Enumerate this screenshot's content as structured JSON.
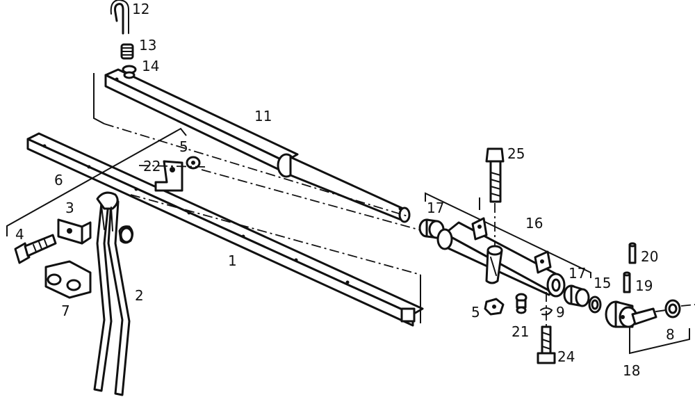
{
  "diagram": {
    "labels": {
      "p1": "1",
      "p2": "2",
      "p3": "3",
      "p4": "4",
      "p5a": "5",
      "p5b": "5",
      "p6": "6",
      "p7": "7",
      "p8": "8",
      "p9": "9",
      "p11": "11",
      "p12": "12",
      "p13": "13",
      "p14": "14",
      "p15": "15",
      "p16": "16",
      "p17a": "17",
      "p17b": "17",
      "p18": "18",
      "p19": "19",
      "p20": "20",
      "p21": "21",
      "p22": "22",
      "p24": "24",
      "p25": "25"
    },
    "colors": {
      "ink": "#111111",
      "paper": "#ffffff"
    }
  }
}
